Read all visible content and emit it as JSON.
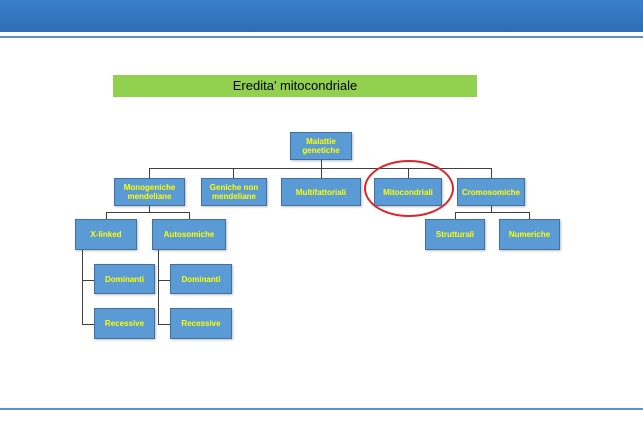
{
  "slide": {
    "title": "Eredita’ mitocondriale"
  },
  "diagram": {
    "root": "Malattie genetiche",
    "level1": {
      "monogeniche": "Monogeniche mendeliane",
      "geniche_non": "Geniche non mendeliane",
      "multifattoriali": "Multifattoriali",
      "mitocondriali": "Mitocondriali",
      "cromosomiche": "Cromosomiche"
    },
    "level2": {
      "x_linked": "X-linked",
      "autosomiche": "Autosomiche",
      "strutturali": "Strutturali",
      "numeriche": "Numeriche"
    },
    "level3": {
      "x_dominanti": "Dominanti",
      "x_recessive": "Recessive",
      "a_dominanti": "Dominanti",
      "a_recessive": "Recessive"
    },
    "highlight_color": "#d9262c",
    "node_fill": "#5b9bd5",
    "node_text": "#ffff00",
    "title_band_color": "#92d050"
  }
}
